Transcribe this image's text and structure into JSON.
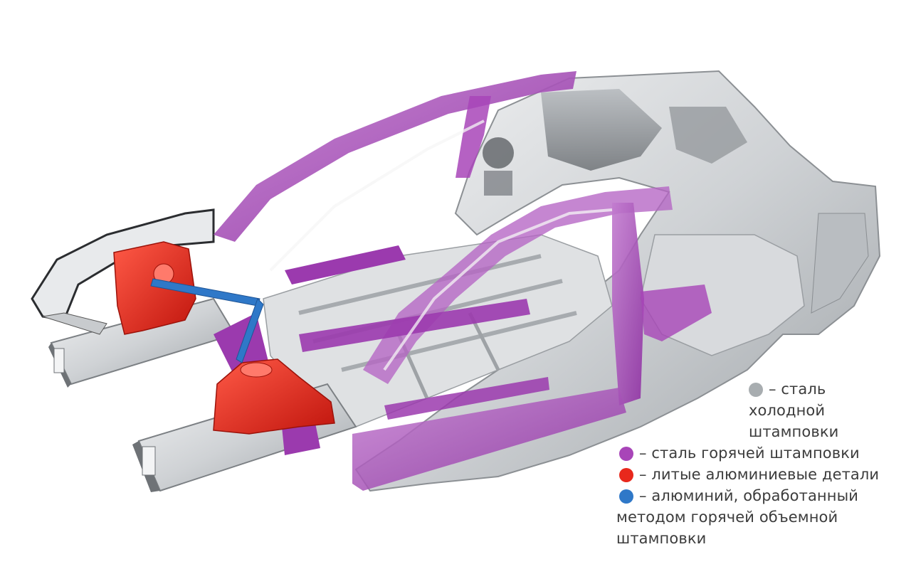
{
  "legend": {
    "items": [
      {
        "key": "cold-stamped-steel",
        "color": "#a8adb0",
        "lines": [
          "– сталь",
          "холодной",
          "штамповки"
        ]
      },
      {
        "key": "hot-stamped-steel",
        "color": "#a845b8",
        "lines": [
          "– сталь горячей штамповки"
        ]
      },
      {
        "key": "cast-aluminium",
        "color": "#e8281c",
        "lines": [
          "– литые алюминиевые детали"
        ]
      },
      {
        "key": "hot-forged-aluminium",
        "color": "#2f78c8",
        "lines": [
          "– алюминий, обработанный",
          "методом горячей объемной",
          "штамповки"
        ]
      }
    ]
  },
  "colors": {
    "steel_light": "#e4e6e8",
    "steel_mid": "#c2c6ca",
    "steel_dark": "#6a6e72",
    "hot_steel": "#a845b8",
    "hot_steel_light": "#c98fd4",
    "cast_alu": "#e8281c",
    "forged_alu": "#2f78c8"
  }
}
